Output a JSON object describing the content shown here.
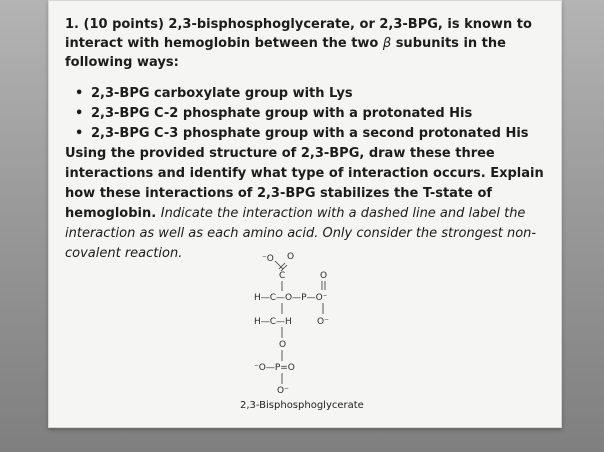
{
  "question": {
    "intro_prefix": "1. (10 points) 2,3-bisphosphoglycerate, or 2,3-BPG, is known to interact with hemoglobin between the two ",
    "beta_symbol": "β",
    "intro_suffix": " subunits in the following ways:",
    "bullets": [
      "2,3-BPG carboxylate group with Lys",
      "2,3-BPG C-2 phosphate group with a protonated His",
      "2,3-BPG C-3 phosphate group with a second protonated His"
    ],
    "instructions_bold": "Using the provided structure of 2,3-BPG, draw these three interactions and identify what type of interaction occurs. Explain how these interactions of 2,3-BPG stabilizes the T-state of hemoglobin.",
    "instructions_italic": "Indicate the interaction with a dashed line and label the interaction as well as each amino acid. Only consider the strongest non-covalent reaction."
  },
  "structure": {
    "labels": {
      "carboxylate_o_minus": "⁻O",
      "carboxylate_o": "O",
      "carbon_1": "C",
      "top_phosphate_o": "O",
      "h_row1": "H—C—O—P—O⁻",
      "h_row2": "H—C—H",
      "o_minus_right": "O⁻",
      "middle_o": "O",
      "bottom_phosphate": "⁻O—P=O",
      "bottom_o_minus": "O⁻"
    },
    "caption": "2,3-Bisphosphoglycerate"
  }
}
